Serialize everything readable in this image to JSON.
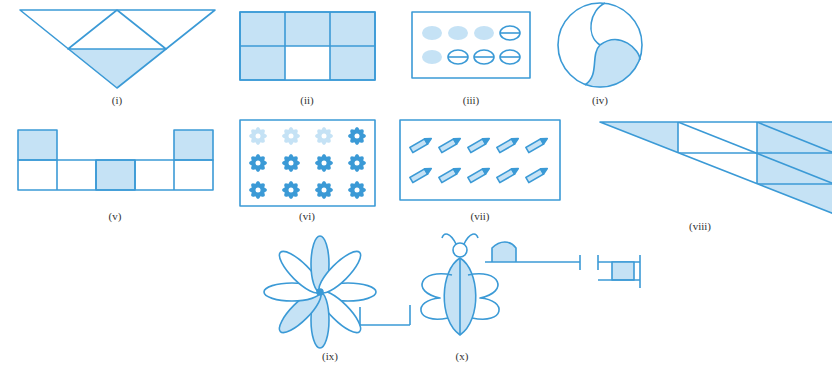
{
  "diagram": {
    "labels": [
      "(i)",
      "(ii)",
      "(iii)",
      "(iv)",
      "(v)",
      "(vi)",
      "(vii)",
      "(viii)",
      "(ix)",
      "(x)"
    ]
  }
}
